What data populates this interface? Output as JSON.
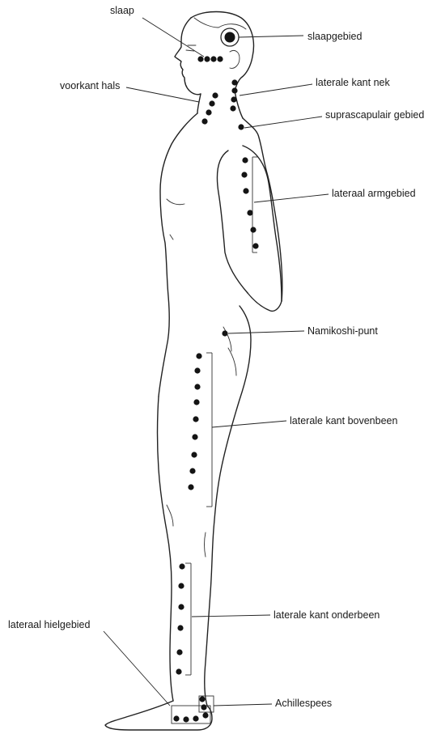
{
  "labels": {
    "slaap": "slaap",
    "slaapgebied": "slaapgebied",
    "voorkant_hals": "voorkant hals",
    "laterale_kant_nek": "laterale kant nek",
    "suprascapulair": "suprascapulair gebied",
    "lateraal_armgebied": "lateraal armgebied",
    "namikoshi": "Namikoshi-punt",
    "bovenbeen": "laterale kant bovenbeen",
    "onderbeen": "laterale kant onderbeen",
    "hielgebied": "lateraal hielgebied",
    "achillespees": "Achillespees"
  },
  "colors": {
    "ink": "#141414",
    "paper": "#ffffff"
  }
}
